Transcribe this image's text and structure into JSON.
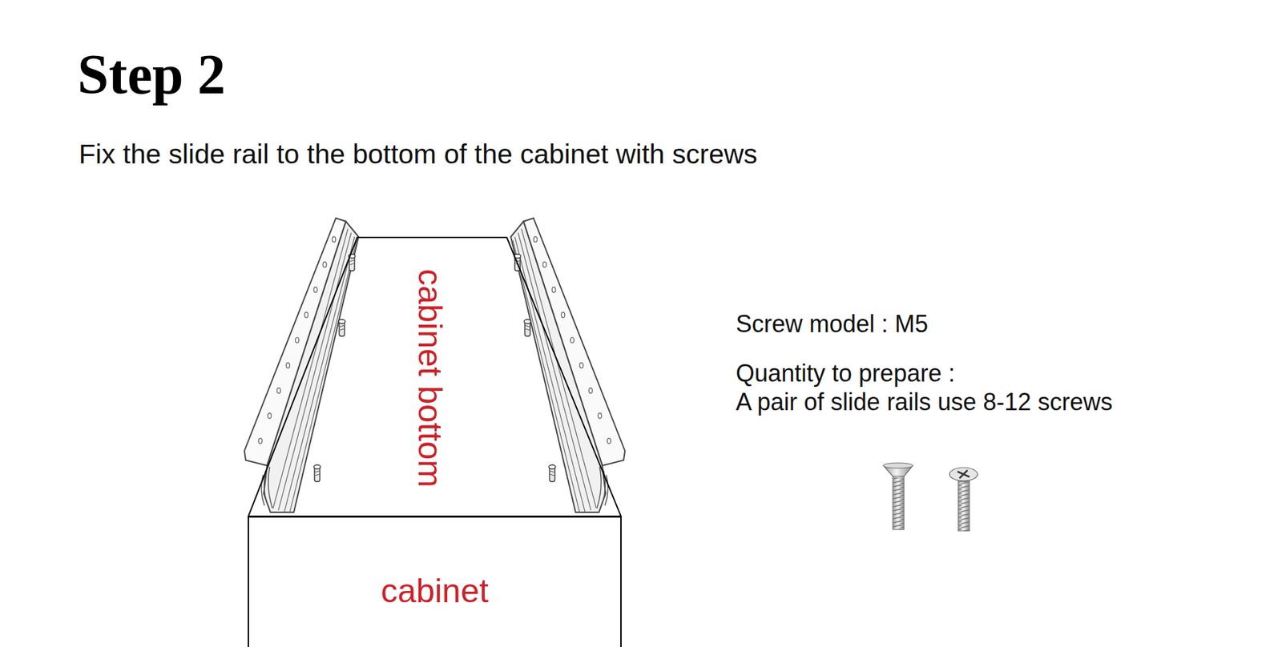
{
  "diagram": {
    "title": "Step 2",
    "nodes": [
      {
        "text": [
          "cabinet bottom"
        ]
      },
      {
        "text": [
          "cabinet"
        ]
      }
    ],
    "labels": [
      "Fix the slide rail to the bottom of the cabinet with screws",
      "Screw model : M5",
      "Quantity to prepare :",
      "A pair of slide rails use 8-12 screws"
    ]
  }
}
